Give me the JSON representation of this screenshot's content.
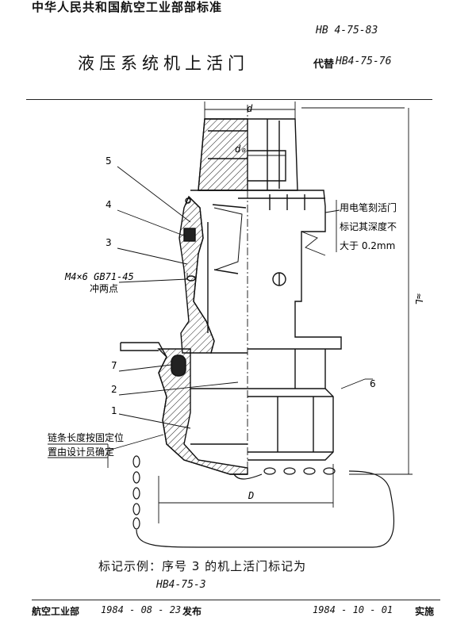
{
  "header": {
    "authority": "中华人民共和国航空工业部部标准",
    "standard_no": "HB 4-75-83",
    "title": "液压系统机上活门",
    "replaces_label": "代替",
    "replaces_no": "HB4-75-76"
  },
  "drawing": {
    "dim_d": "d",
    "dim_d0": "d₀",
    "dim_L": "≈L",
    "dim_D": "D",
    "callouts": [
      "5",
      "4",
      "3",
      "7",
      "2",
      "1",
      "6"
    ],
    "thread_spec": "M4×6 GB71-45",
    "punch_note": "冲两点",
    "marking_note": [
      "用电笔刻活门",
      "标记其深度不",
      "大于 0.2mm"
    ],
    "chain_note": [
      "链条长度按固定位",
      "置由设计员确定"
    ]
  },
  "example": {
    "text": "标记示例：序号 3 的机上活门标记为",
    "code": "HB4-75-3"
  },
  "footer": {
    "publisher": "航空工业部",
    "publish_date": "1984 - 08 - 23",
    "publish_label": "发布",
    "implement_date": "1984 - 10 - 01",
    "implement_label": "实施"
  },
  "colors": {
    "ink": "#111111",
    "paper": "#ffffff"
  }
}
